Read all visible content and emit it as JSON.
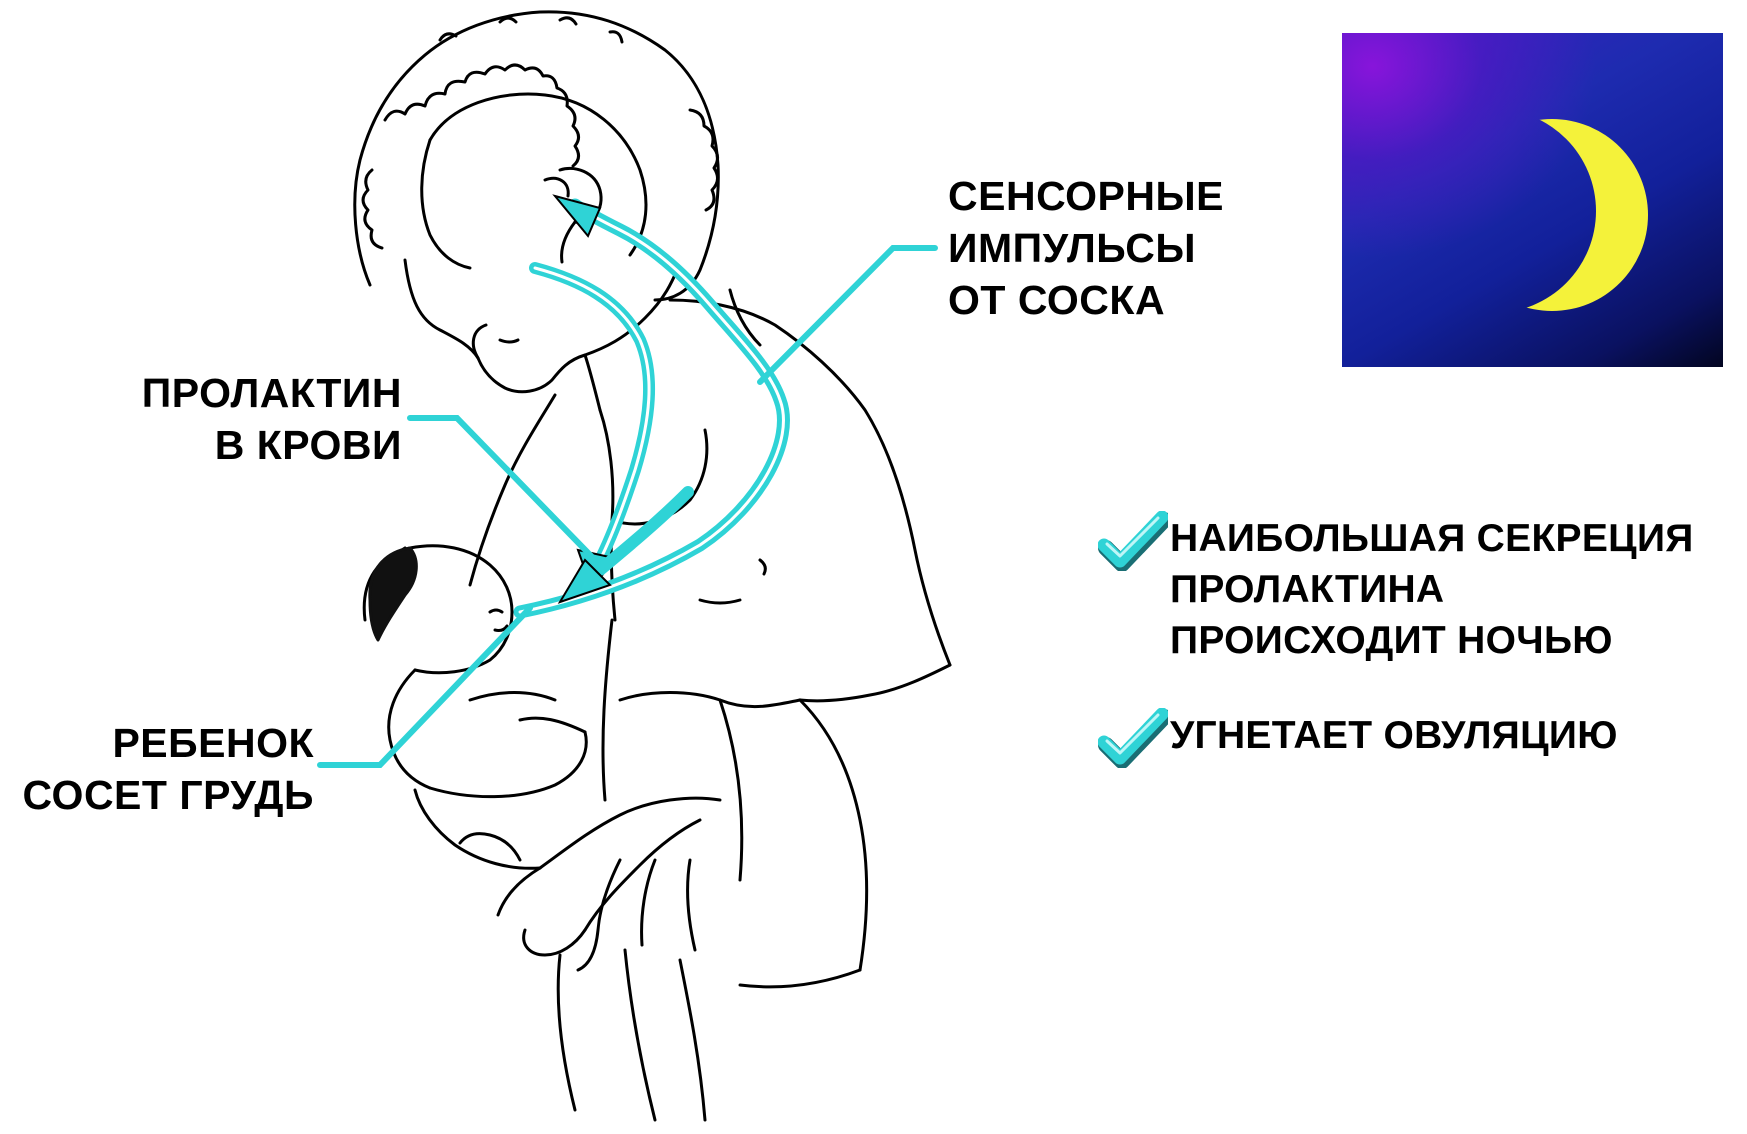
{
  "labels": {
    "sensory": [
      "СЕНСОРНЫЕ",
      "ИМПУЛЬСЫ",
      "ОТ СОСКА"
    ],
    "prolactin": [
      "ПРОЛАКТИН",
      "В КРОВИ"
    ],
    "baby": [
      "РЕБЕНОК",
      "СОСЕТ ГРУДЬ"
    ]
  },
  "facts": [
    {
      "lines": [
        "НАИБОЛЬШАЯ СЕКРЕЦИЯ",
        "ПРОЛАКТИНА",
        "ПРОИСХОДИТ НОЧЬЮ"
      ]
    },
    {
      "lines": [
        "УГНЕТАЕТ ОВУЛЯЦИЮ"
      ]
    }
  ],
  "colors": {
    "accent_cyan": "#2fd3d6",
    "moon_yellow": "#f4f23a",
    "night_blue": "#1a23a8",
    "outline": "#000000"
  },
  "icons": {
    "moon": "crescent-moon-icon",
    "check": "checkmark-icon"
  }
}
